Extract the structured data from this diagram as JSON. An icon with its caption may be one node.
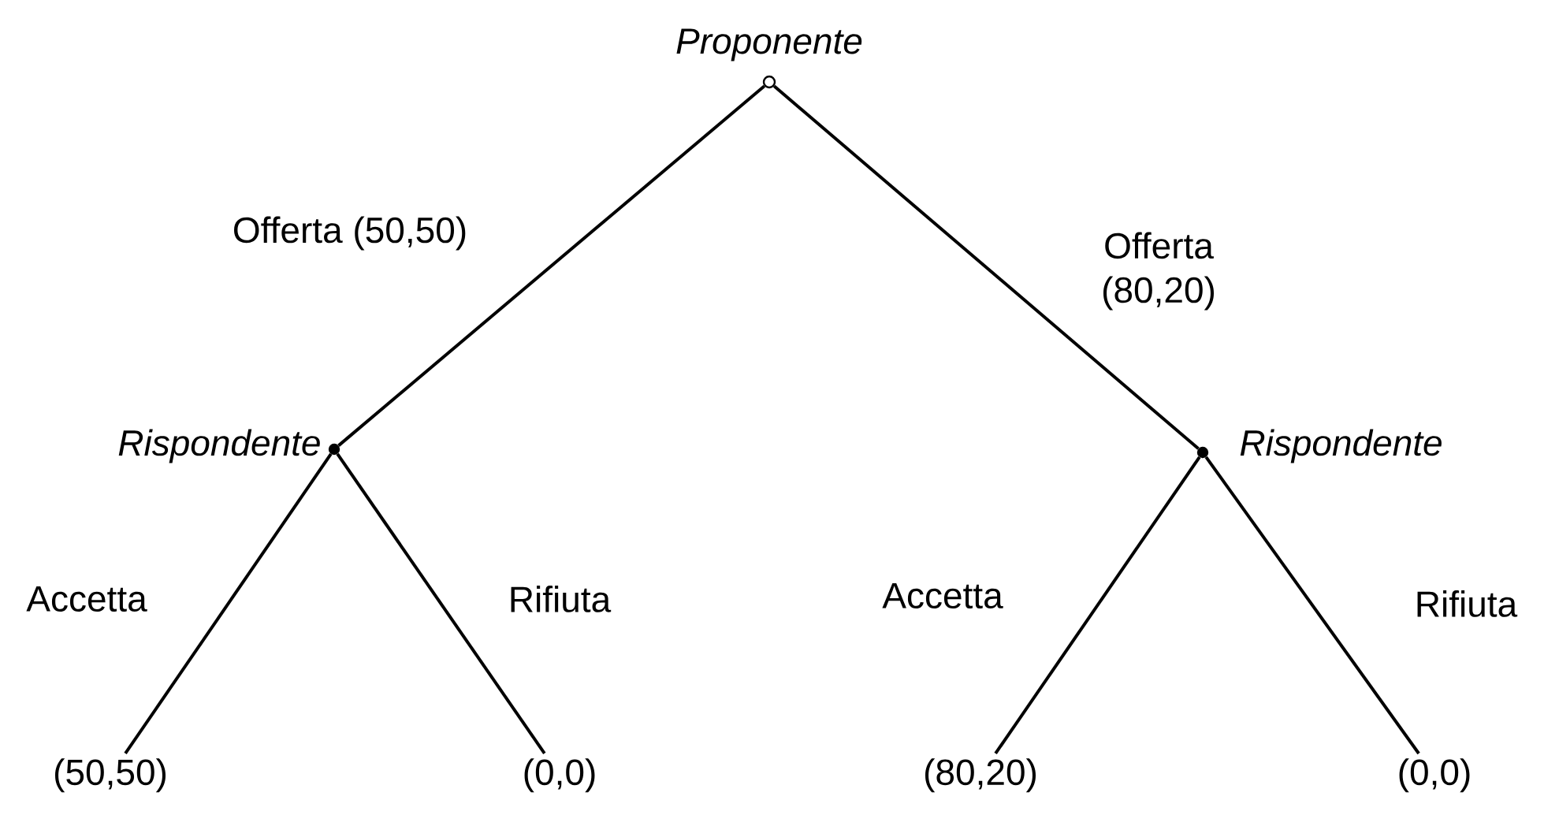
{
  "diagram": {
    "nodes": [
      {
        "text": [
          "Proponente"
        ]
      },
      {
        "text": [
          "Rispondente"
        ]
      },
      {
        "text": [
          "Rispondente"
        ]
      },
      {
        "text": [
          "(50,50)"
        ]
      },
      {
        "text": [
          "(0,0)"
        ]
      },
      {
        "text": [
          "(80,20)"
        ]
      },
      {
        "text": [
          "(0,0)"
        ]
      }
    ],
    "edges": [
      {
        "from": 0,
        "to": 1,
        "arrow": "none",
        "label": "Offerta (50,50)"
      },
      {
        "from": 0,
        "to": 2,
        "arrow": "none",
        "label": "Offerta (80,20)"
      },
      {
        "from": 1,
        "to": 3,
        "arrow": "none",
        "label": "Accetta"
      },
      {
        "from": 1,
        "to": 4,
        "arrow": "none",
        "label": "Rifiuta"
      },
      {
        "from": 2,
        "to": 5,
        "arrow": "none",
        "label": "Accetta"
      },
      {
        "from": 2,
        "to": 6,
        "arrow": "none",
        "label": "Rifiuta"
      }
    ]
  }
}
